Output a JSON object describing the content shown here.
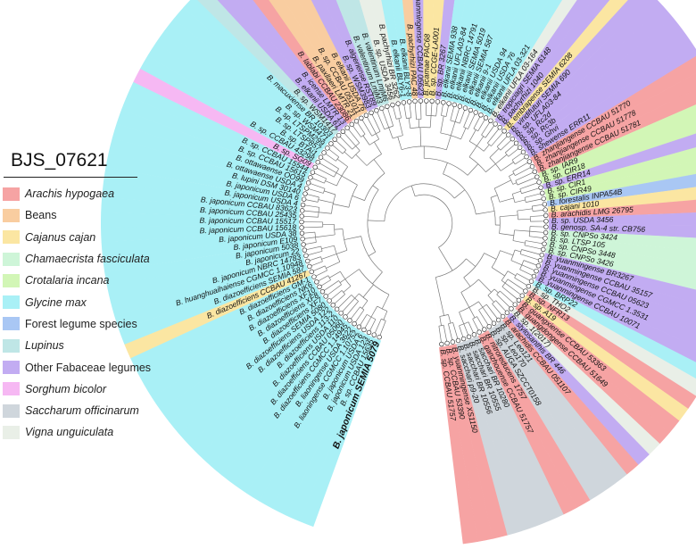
{
  "legend": {
    "title": "BJS_07621",
    "items": [
      {
        "key": "arachis",
        "label": "Arachis hypogaea",
        "color": "#f6a3a3",
        "italic": true
      },
      {
        "key": "beans",
        "label": "Beans",
        "color": "#f9cda0",
        "italic": false
      },
      {
        "key": "cajanus",
        "label": "Cajanus cajan",
        "color": "#fbe6a2",
        "italic": true
      },
      {
        "key": "chamaecrista",
        "label": "Chamaecrista fasciculata",
        "color": "#cef5d8",
        "italic": true
      },
      {
        "key": "crotalaria",
        "label": "Crotalaria incana",
        "color": "#d2f6b6",
        "italic": true
      },
      {
        "key": "glycine",
        "label": "Glycine max",
        "color": "#a9f0f6",
        "italic": true
      },
      {
        "key": "forest",
        "label": "Forest legume species",
        "color": "#a9c7f4",
        "italic": false
      },
      {
        "key": "lupinus",
        "label": "Lupinus",
        "color": "#bfe6e6",
        "italic": true
      },
      {
        "key": "fabaceae",
        "label": "Other Fabaceae legumes",
        "color": "#c2acf2",
        "italic": false
      },
      {
        "key": "sorghum",
        "label": "Sorghum bicolor",
        "color": "#f6b8f3",
        "italic": true
      },
      {
        "key": "saccharum",
        "label": "Saccharum officinarum",
        "color": "#cfd6dc",
        "italic": true
      },
      {
        "key": "vigna",
        "label": "Vigna unguiculata",
        "color": "#e9efe7",
        "italic": true
      }
    ]
  },
  "tree": {
    "highlight_label": "B. japonicum SEMIA 5079",
    "leaves": [
      {
        "label": "B. japonicum SEMIA 5079",
        "cat": "glycine",
        "bold": true
      },
      {
        "label": "B. sp. CCBAU 15635",
        "cat": "glycine"
      },
      {
        "label": "B. japonicum USDA 123",
        "cat": "glycine"
      },
      {
        "label": "B. japonicum USDA 6",
        "cat": "glycine"
      },
      {
        "label": "B. liaoningense CGMCC 1.10752",
        "cat": "glycine"
      },
      {
        "label": "B. liaoningense USDA 3622",
        "cat": "glycine"
      },
      {
        "label": "B. diazoefficiens CGMCC 1.14945",
        "cat": "glycine"
      },
      {
        "label": "B. diazoefficiens CCBAU 05060",
        "cat": "glycine"
      },
      {
        "label": "B. diazoefficiens USDA 110",
        "cat": "glycine"
      },
      {
        "label": "B. diazoefficiens 113-2",
        "cat": "glycine"
      },
      {
        "label": "B. diazoefficiens USDA 122",
        "cat": "glycine"
      },
      {
        "label": "B. diazoefficiens SEMIA 5080",
        "cat": "glycine"
      },
      {
        "label": "B. diazoefficiens XF7",
        "cat": "glycine"
      },
      {
        "label": "B. diazoefficiens XF8",
        "cat": "glycine"
      },
      {
        "label": "B. diazoefficiens XF10",
        "cat": "glycine"
      },
      {
        "label": "B. diazoefficiens NK6",
        "cat": "glycine"
      },
      {
        "label": "B. diazoefficiens GM-1",
        "cat": "glycine"
      },
      {
        "label": "B. diazoefficiens CCBAU 41267",
        "cat": "cajanus"
      },
      {
        "label": "B. diazoefficiens SEMIA 587",
        "cat": "glycine"
      },
      {
        "label": "B. huanghuaihaiense CGMCC 1.10948",
        "cat": "glycine"
      },
      {
        "label": "B. japonicum NBRC 14783",
        "cat": "glycine"
      },
      {
        "label": "B. japonicum 22",
        "cat": "glycine"
      },
      {
        "label": "B. japonicum 5038",
        "cat": "glycine"
      },
      {
        "label": "B. japonicum E109",
        "cat": "glycine"
      },
      {
        "label": "B. japonicum USDA 38",
        "cat": "glycine"
      },
      {
        "label": "B. japonicum CCBAU 15618",
        "cat": "glycine"
      },
      {
        "label": "B. japonicum CCBAU 15517",
        "cat": "glycine"
      },
      {
        "label": "B. japonicum CCBAU 25435",
        "cat": "glycine"
      },
      {
        "label": "B. japonicum CCBAU 83623",
        "cat": "glycine"
      },
      {
        "label": "B. japonicum USDA 4",
        "cat": "glycine"
      },
      {
        "label": "B. japonicum USDA 6",
        "cat": "glycine"
      },
      {
        "label": "B. lupini DSM 30140",
        "cat": "glycine"
      },
      {
        "label": "B. ottawaense USDA 4",
        "cat": "glycine"
      },
      {
        "label": "B. ottawaense OO99",
        "cat": "glycine"
      },
      {
        "label": "B. sp. CCBAU 15615",
        "cat": "glycine"
      },
      {
        "label": "B. sp. CCBAU 15544",
        "cat": "glycine"
      },
      {
        "label": "B. sp. SG09",
        "cat": "sorghum"
      },
      {
        "label": "B. sp. CCBAU 43298",
        "cat": "glycine"
      },
      {
        "label": "B. sp. BTAi1",
        "cat": "glycine"
      },
      {
        "label": "B. sp. LTSP857",
        "cat": "glycine"
      },
      {
        "label": "B. sp. LTSPM299",
        "cat": "glycine"
      },
      {
        "label": "B. sp. WSM471",
        "cat": "glycine"
      },
      {
        "label": "B. macuxiense BR 10303",
        "cat": "glycine"
      },
      {
        "label": "B. sp. WSM1417",
        "cat": "lupinus"
      },
      {
        "label": "B. elkanii USDA 61",
        "cat": "fabaceae"
      },
      {
        "label": "B. icense LMTR 13",
        "cat": "fabaceae"
      },
      {
        "label": "B. lablabi CCBAU 23086",
        "cat": "arachis"
      },
      {
        "label": "B. paxllaeri LMTR 21",
        "cat": "beans"
      },
      {
        "label": "B. sp. CCBAU 051011",
        "cat": "beans"
      },
      {
        "label": "B. elkanii USDA 76",
        "cat": "beans"
      },
      {
        "label": "B. sp. WSM3983",
        "cat": "fabaceae"
      },
      {
        "label": "B. algeriense RST89",
        "cat": "fabaceae"
      },
      {
        "label": "B. valentinum LmjM3",
        "cat": "lupinus"
      },
      {
        "label": "B. valentinum LmjM6",
        "cat": "lupinus"
      },
      {
        "label": "B. sp. USDA 3456",
        "cat": "vigna"
      },
      {
        "label": "B. pachyrhizi BR 3262",
        "cat": "vigna"
      },
      {
        "label": "B. elkanii BLY6-1",
        "cat": "glycine"
      },
      {
        "label": "B. elkanii BLY3-8",
        "cat": "glycine"
      },
      {
        "label": "B. pachyrhizi PAC 48",
        "cat": "beans"
      },
      {
        "label": "B. yuanmingense CCBAU 05623",
        "cat": "fabaceae"
      },
      {
        "label": "B. jicamae PAC68",
        "cat": "cajanus"
      },
      {
        "label": "B. sp. CCGE-LA001",
        "cat": "cajanus"
      },
      {
        "label": "B. sp. BR 3267",
        "cat": "fabaceae"
      },
      {
        "label": "B. elkanii SEMIA 938",
        "cat": "glycine"
      },
      {
        "label": "B. elkanii UFLA03-84",
        "cat": "glycine"
      },
      {
        "label": "B. elkanii NBRC 14791",
        "cat": "glycine"
      },
      {
        "label": "B. elkanii SEMIA 5019",
        "cat": "glycine"
      },
      {
        "label": "B. elkanii SEMIA 587",
        "cat": "glycine"
      },
      {
        "label": "B. elkanii 9-1",
        "cat": "glycine"
      },
      {
        "label": "B. elkanii USDA 94",
        "cat": "glycine"
      },
      {
        "label": "B. elkanii USDA 76",
        "cat": "glycine"
      },
      {
        "label": "B. elkanii UFLA 03-321",
        "cat": "glycine"
      },
      {
        "label": "B. elkanii UFLA 03-164",
        "cat": "vigna"
      },
      {
        "label": "B. tropiciagri SEMIA 6148",
        "cat": "fabaceae"
      },
      {
        "label": "B. pachyrhizi 1040",
        "cat": "fabaceae"
      },
      {
        "label": "B. embrapense SEMIA 6208",
        "cat": "cajanus"
      },
      {
        "label": "B. viridifuturi SEMIA 690",
        "cat": "fabaceae"
      },
      {
        "label": "B. sp. UFLA03-84",
        "cat": "fabaceae"
      },
      {
        "label": "B. sp. Rc2d",
        "cat": "fabaceae"
      },
      {
        "label": "B. sp. Rc3b",
        "cat": "fabaceae"
      },
      {
        "label": "B. sp. Ghvi",
        "cat": "fabaceae"
      },
      {
        "label": "B. shewense ERR11",
        "cat": "fabaceae"
      },
      {
        "label": "B. zhanjiangense CCBAU 51770",
        "cat": "arachis"
      },
      {
        "label": "B. zhanjiangense CCBAU 51778",
        "cat": "arachis"
      },
      {
        "label": "B. zhanjiangense CCBAU 51781",
        "cat": "arachis"
      },
      {
        "label": "B. sp. IAR9",
        "cat": "crotalaria"
      },
      {
        "label": "B. sp. CIR18",
        "cat": "crotalaria"
      },
      {
        "label": "B. sp. ERR14",
        "cat": "fabaceae"
      },
      {
        "label": "B. sp. CIR1",
        "cat": "crotalaria"
      },
      {
        "label": "B. sp. CIR49",
        "cat": "crotalaria"
      },
      {
        "label": "B. forestalis INPA54B",
        "cat": "forest"
      },
      {
        "label": "B. cajani 1010",
        "cat": "cajanus"
      },
      {
        "label": "B. arachidis LMG 26795",
        "cat": "arachis"
      },
      {
        "label": "B. sp. USDA 3456",
        "cat": "fabaceae"
      },
      {
        "label": "B. genosp. SA-4 str. CB756",
        "cat": "fabaceae"
      },
      {
        "label": "B. sp. CNPSo 3424",
        "cat": "chamaecrista"
      },
      {
        "label": "B. sp. LTSP 105",
        "cat": "chamaecrista"
      },
      {
        "label": "B. sp. CNPSo 3448",
        "cat": "chamaecrista"
      },
      {
        "label": "B. sp. CNPSo 3426",
        "cat": "chamaecrista"
      },
      {
        "label": "B. yuanmingense BR3267",
        "cat": "fabaceae"
      },
      {
        "label": "B. yuanmingense CCBAU 35157",
        "cat": "fabaceae"
      },
      {
        "label": "B. yuanmingense CCBAU 05623",
        "cat": "fabaceae"
      },
      {
        "label": "B. yuanmingense CGMCC 1.3531",
        "cat": "fabaceae"
      },
      {
        "label": "B. yuanmingense CCBAU 10071",
        "cat": "fabaceae"
      },
      {
        "label": "B. sp. BRP22",
        "cat": "glycine"
      },
      {
        "label": "B. sp. THO2",
        "cat": "vigna"
      },
      {
        "label": "B. sp. NFR13",
        "cat": "arachis"
      },
      {
        "label": "B. sp. A19",
        "cat": "cajanus"
      },
      {
        "label": "B. guangxiense CCBAU 53363",
        "cat": "arachis"
      },
      {
        "label": "B. guangdongense CCBAU 51649",
        "cat": "arachis"
      },
      {
        "label": "B. sp. 1(2017)",
        "cat": "vigna"
      },
      {
        "label": "B. stylosanthis BR 446",
        "cat": "fabaceae"
      },
      {
        "label": "B. arachidis CCBAU 051107",
        "cat": "arachis"
      },
      {
        "label": "B. sp. Leo121",
        "cat": "saccharum"
      },
      {
        "label": "B. sp. Leo170",
        "cat": "saccharum"
      },
      {
        "label": "B. sp. AUGA SZCCT0158",
        "cat": "saccharum"
      },
      {
        "label": "B. nitroreducens 1757",
        "cat": "arachis"
      },
      {
        "label": "B. ganzhouense CCBAU 51757",
        "cat": "arachis"
      },
      {
        "label": "B. sacchari BR 10280",
        "cat": "saccharum"
      },
      {
        "label": "B. sacchari BR 10555",
        "cat": "saccharum"
      },
      {
        "label": "B. sacchari BR 10556",
        "cat": "saccharum"
      },
      {
        "label": "B. sacchari p9-20",
        "cat": "saccharum"
      },
      {
        "label": "B. yuanmingense XS1150",
        "cat": "arachis"
      },
      {
        "label": "B. sp. CCBAU 53390",
        "cat": "arachis"
      },
      {
        "label": "B. sp. CCBAU 51757",
        "cat": "arachis"
      }
    ]
  }
}
